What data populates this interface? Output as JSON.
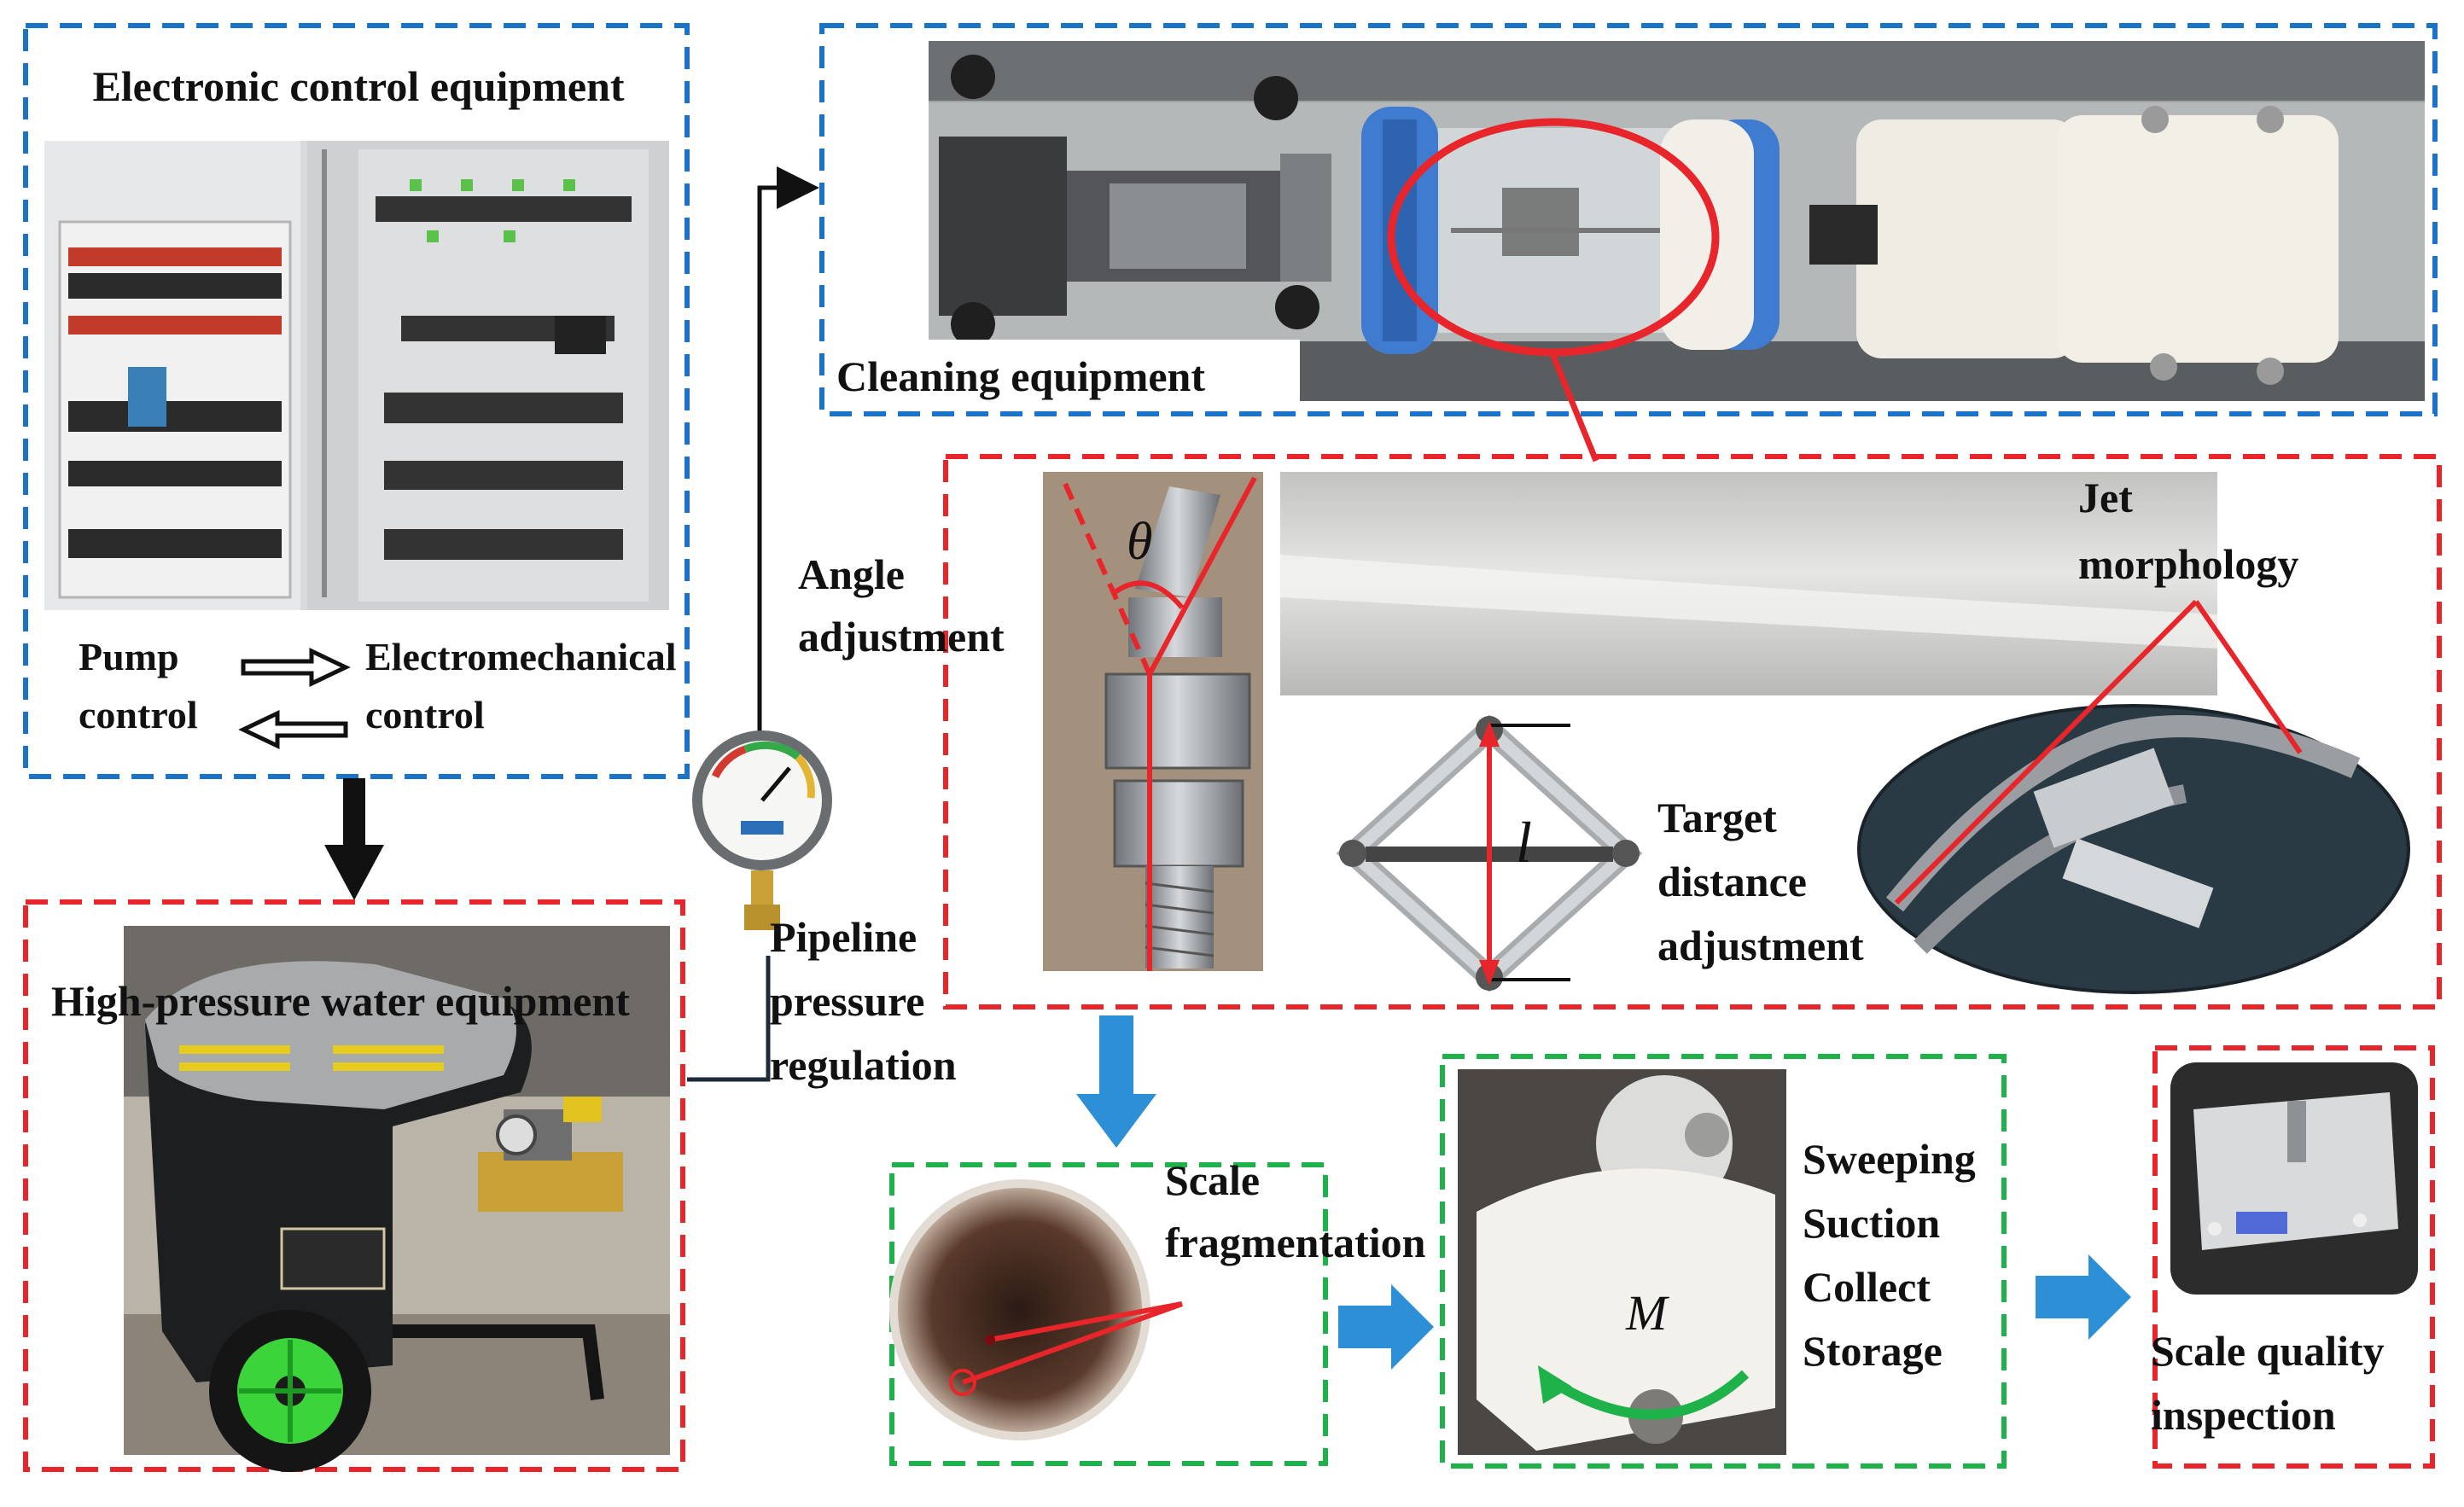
{
  "colors": {
    "blue_box": "#1a73c7",
    "red_box": "#e8252a",
    "green_box": "#1fb24a",
    "arrow_blue": "#2d8fd6",
    "connector": "#1c2a3a"
  },
  "electronic": {
    "title": "Electronic control equipment",
    "pump": [
      "Pump",
      "control"
    ],
    "electromech": [
      "Electromechanical",
      "control"
    ]
  },
  "cleaning": {
    "title": "Cleaning equipment"
  },
  "hp_water": {
    "title": "High-pressure water equipment"
  },
  "pipeline": [
    "Pipeline",
    "pressure",
    "regulation"
  ],
  "angle": [
    "Angle",
    "adjustment"
  ],
  "theta": "θ",
  "jet": [
    "Jet",
    "morphology"
  ],
  "target": [
    "Target",
    "distance",
    "adjustment"
  ],
  "l_symbol": "l",
  "scale_frag": [
    "Scale",
    "fragmentation"
  ],
  "sweeping": [
    "Sweeping",
    "Suction",
    "Collect",
    "Storage"
  ],
  "m_symbol": "M",
  "scale_quality": [
    "Scale quality",
    "inspection"
  ]
}
